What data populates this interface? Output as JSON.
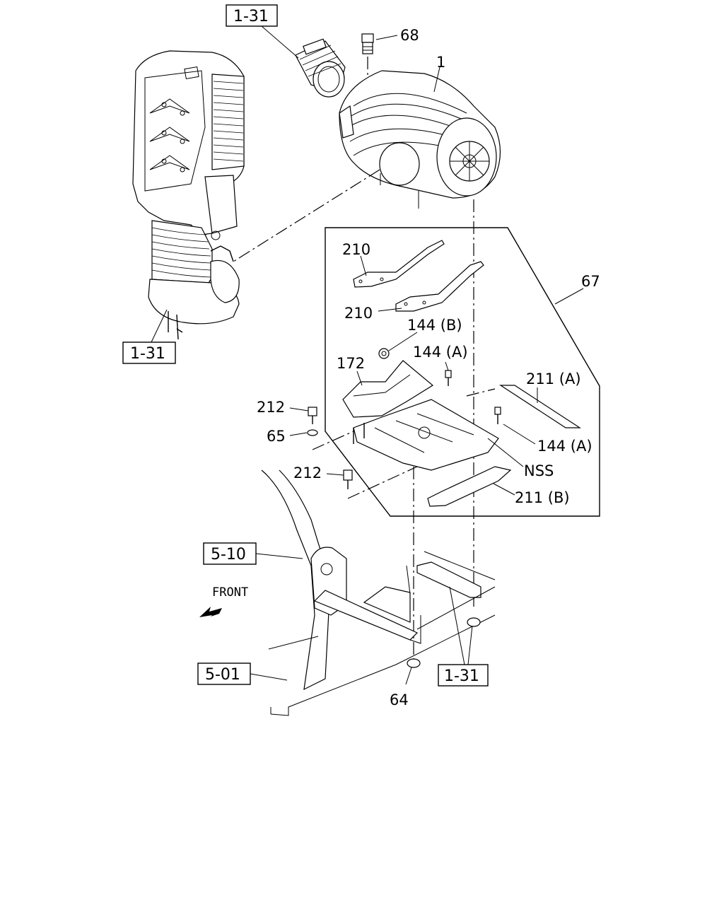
{
  "diagram": {
    "ref_boxes": {
      "top_duct": "1-31",
      "left_duct": "1-31",
      "frame_upper": "5-10",
      "frame_lower": "5-01",
      "frame_bracket": "1-31"
    },
    "callouts": {
      "c68": "68",
      "c1": "1",
      "c67": "67",
      "c210a": "210",
      "c210b": "210",
      "c144b": "144 (B)",
      "c144a_top": "144 (A)",
      "c172": "172",
      "c211a": "211 (A)",
      "c212a": "212",
      "c65": "65",
      "c144a_right": "144 (A)",
      "cnss": "NSS",
      "c212b": "212",
      "c211b": "211 (B)",
      "c64": "64"
    },
    "front_label": "FRONT"
  }
}
